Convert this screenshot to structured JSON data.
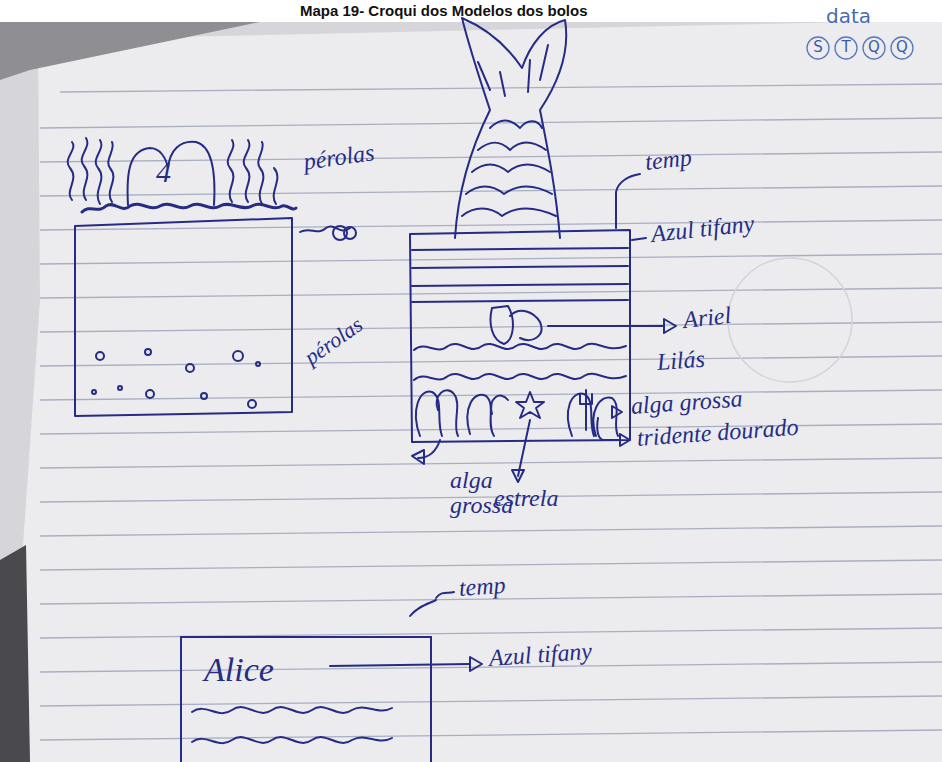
{
  "diagram": {
    "title": "Mapa 19- Croqui dos Modelos dos bolos",
    "nodes": [
      {
        "text": [
          "S"
        ]
      },
      {
        "text": [
          "T"
        ]
      },
      {
        "text": [
          "Q"
        ]
      },
      {
        "text": [
          "Q"
        ]
      },
      {
        "text": [
          "4"
        ]
      },
      {
        "text": [
          "Alice"
        ]
      }
    ],
    "labels": [
      "data",
      "pérolas",
      "pérolas",
      "temp",
      "Azul tifany",
      "Ariel",
      "Lilás",
      "alga grossa",
      "tridente dourado",
      "alga grossa",
      "estrela",
      "temp",
      "Azul tifany"
    ]
  }
}
